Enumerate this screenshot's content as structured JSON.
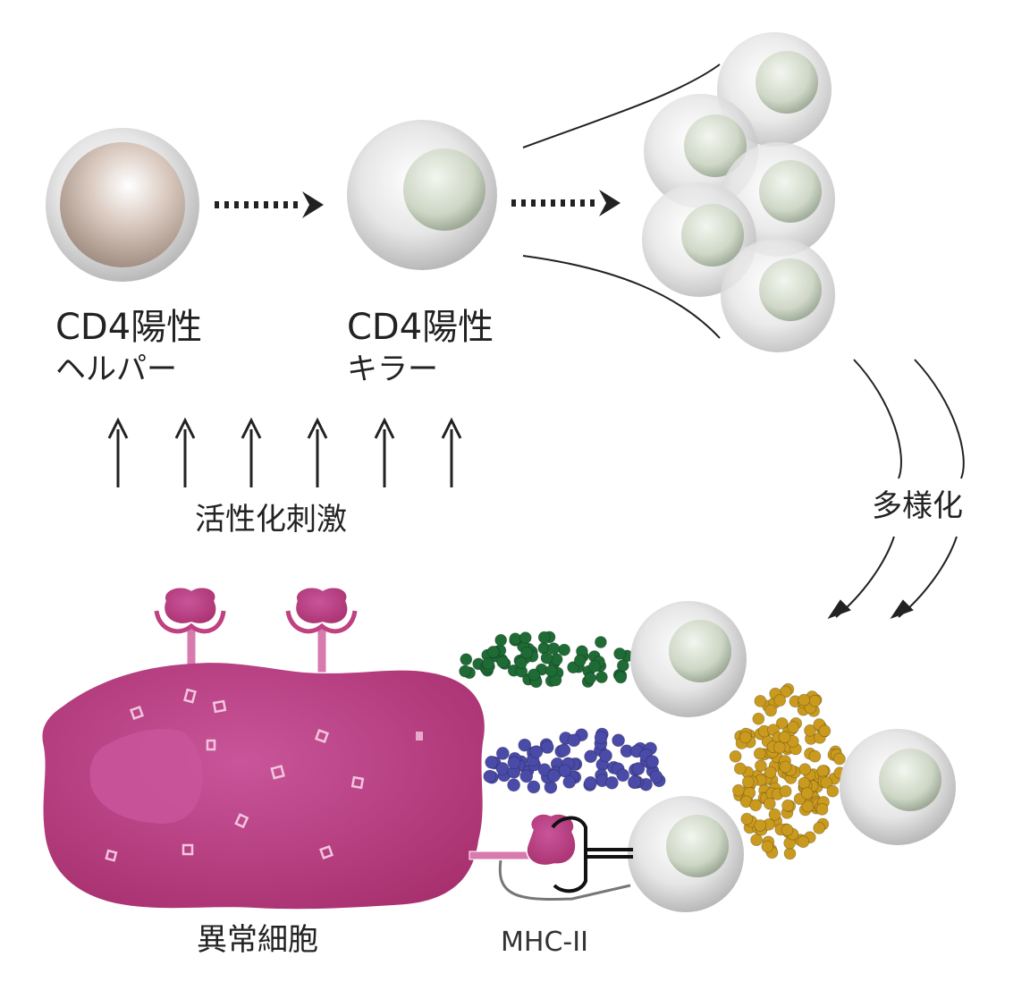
{
  "labels": {
    "helper_line1": "CD4陽性",
    "helper_line2": "ヘルパー",
    "killer_line1": "CD4陽性",
    "killer_line2": "キラー",
    "activation": "活性化刺激",
    "diversification": "多様化",
    "abnormal_cell": "異常細胞",
    "mhc": "MHC-II"
  },
  "colors": {
    "helper_nucleus": "#c8b4a8",
    "killer_nucleus": "#c7d1bf",
    "abnormal_cell": "#b8407f",
    "green_granules": "#1f6b35",
    "blue_granules": "#4a4aa8",
    "gold_granules": "#c99a1e"
  }
}
